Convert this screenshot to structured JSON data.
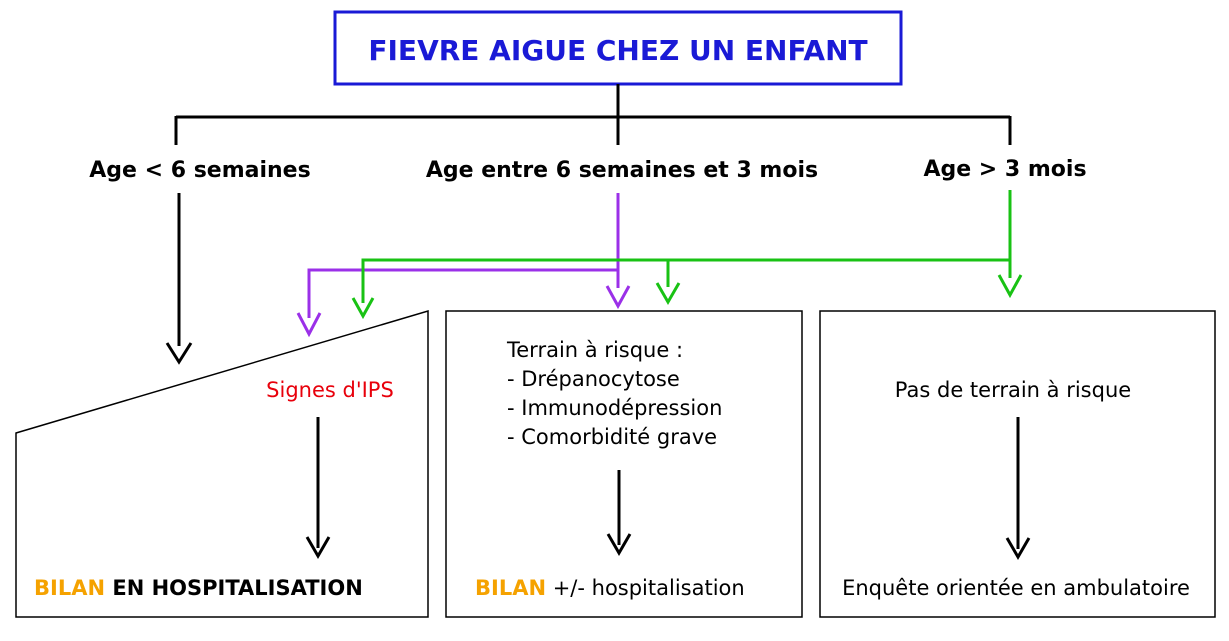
{
  "title": "FIEVRE AIGUE CHEZ UN ENFANT",
  "ages": {
    "young": "Age < 6 semaines",
    "middle": "Age entre 6 semaines et 3 mois",
    "old": "Age > 3 mois"
  },
  "box_left": {
    "signes": "Signes d'IPS",
    "bilan": "BILAN",
    "hosp": " EN HOSPITALISATION"
  },
  "box_middle": {
    "terrain_title": "Terrain à risque :",
    "items": [
      "- Drépanocytose",
      "- Immunodépression",
      "- Comorbidité grave"
    ],
    "bilan": "BILAN",
    "hosp": " +/- hospitalisation"
  },
  "box_right": {
    "terrain": "Pas de terrain à risque",
    "enquete": "Enquête orientée en ambulatoire"
  },
  "colors": {
    "title_blue": "#1a1ad6",
    "bilan_orange": "#f5a200",
    "ips_red": "#e8000b",
    "purple": "#9b30e8",
    "green": "#19c214",
    "black": "#000000"
  }
}
